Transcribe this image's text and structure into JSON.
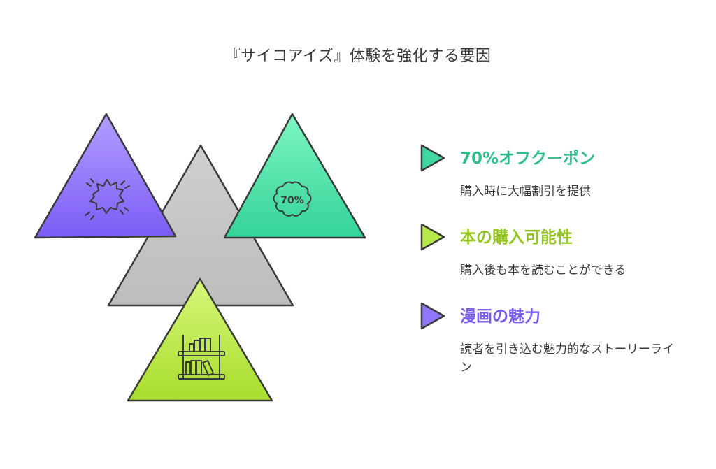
{
  "title": "『サイコアイズ』体験を強化する要因",
  "icons": {
    "purple": "explosion-icon",
    "green": "discount-70-icon",
    "lime": "bookshelf-icon"
  },
  "icon_text": {
    "discount": "70%"
  },
  "colors": {
    "purple_top": "#b39dff",
    "purple_bottom": "#7b5cf5",
    "gray": "#c4c4c4",
    "green_top": "#7ef5c2",
    "green_bottom": "#34d398",
    "lime_top": "#d6f77a",
    "lime_bottom": "#a8dd2c",
    "outline": "#3a3a3a",
    "heading_green": "#2fc08a",
    "heading_lime": "#94c41f",
    "heading_purple": "#7a5cf0"
  },
  "legend": [
    {
      "heading": "70%オフクーポン",
      "description": "購入時に大幅割引を提供",
      "color": "#2fc08a"
    },
    {
      "heading": "本の購入可能性",
      "description": "購入後も本を読むことができる",
      "color": "#94c41f"
    },
    {
      "heading": "漫画の魅力",
      "description": "読者を引き込む魅力的なストーリーライン",
      "color": "#7a5cf0"
    }
  ]
}
